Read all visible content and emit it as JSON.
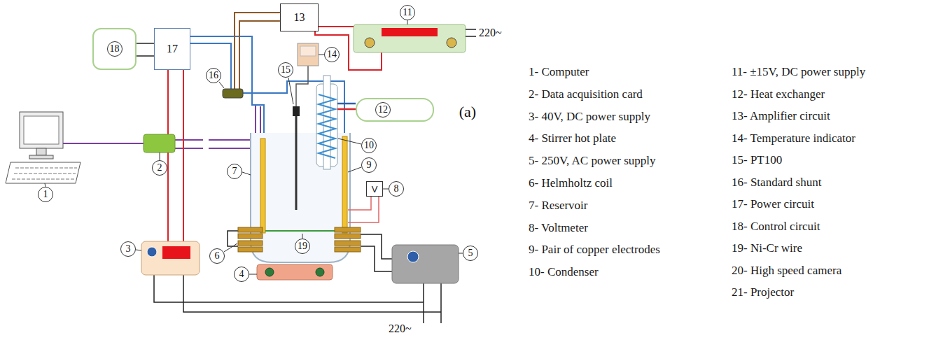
{
  "diagram": {
    "nodes": [
      {
        "text": [
          "13"
        ]
      },
      {
        "text": [
          "17"
        ]
      },
      {
        "text": [
          "18"
        ]
      },
      {
        "text": [
          "12"
        ]
      },
      {
        "text": [
          "V"
        ]
      }
    ],
    "edges": [
      {
        "from": 1,
        "to": 2,
        "arrow": "none"
      }
    ],
    "labels": [
      "1",
      "2",
      "3",
      "4",
      "5",
      "6",
      "7",
      "8",
      "9",
      "10",
      "11",
      "14",
      "15",
      "16",
      "19",
      "(a)",
      "220~",
      "220~",
      "1- Computer",
      "2- Data acquisition card",
      "3- 40V, DC power supply",
      "4- Stirrer hot plate",
      "5- 250V, AC power supply",
      "6- Helmholtz coil",
      "7- Reservoir",
      "8- Voltmeter",
      "9- Pair of copper electrodes",
      "10- Condenser",
      "11- ±15V, DC power supply",
      "12- Heat exchanger",
      "13- Amplifier circuit",
      "14- Temperature indicator",
      "15- PT100",
      "16- Standard shunt",
      "17- Power circuit",
      "18- Control circuit",
      "19- Ni-Cr wire",
      "20- High speed camera",
      "21- Projector"
    ]
  }
}
